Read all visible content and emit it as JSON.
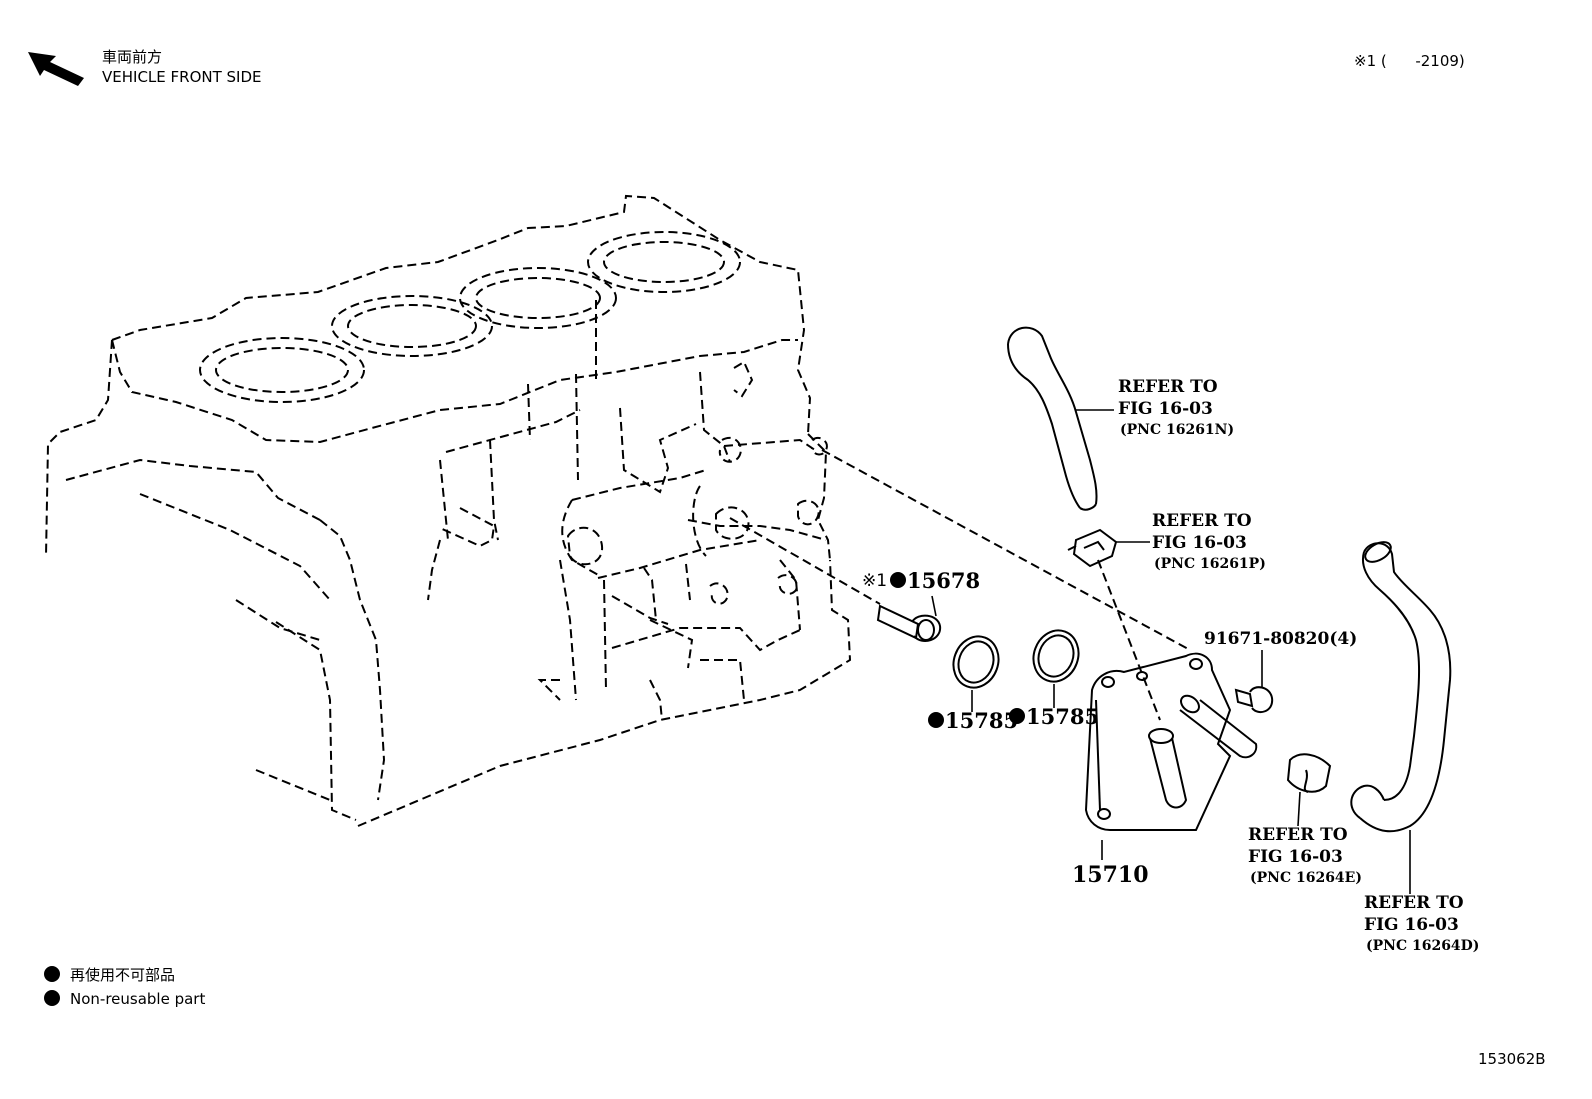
{
  "header": {
    "direction_jp": "車両前方",
    "direction_en": "VEHICLE FRONT SIDE",
    "production_note": "※1 (      -2109)"
  },
  "callouts": {
    "p15678": "15678",
    "p15678_mark": "※1",
    "p15785_a": "15785",
    "p15785_b": "15785",
    "p15710": "15710",
    "bolt": "91671-80820(4)"
  },
  "refs": {
    "hose_upper": {
      "line1": "REFER TO",
      "line2": "FIG 16-03",
      "line3": "(PNC 16261N)"
    },
    "clamp_upper": {
      "line1": "REFER TO",
      "line2": "FIG 16-03",
      "line3": "(PNC 16261P)"
    },
    "clamp_lower": {
      "line1": "REFER TO",
      "line2": "FIG 16-03",
      "line3": "(PNC 16264E)"
    },
    "hose_lower": {
      "line1": "REFER TO",
      "line2": "FIG 16-03",
      "line3": "(PNC 16264D)"
    }
  },
  "legend": {
    "jp": "再使用不可部品",
    "en": "Non-reusable part"
  },
  "illustration_id": "153062B"
}
